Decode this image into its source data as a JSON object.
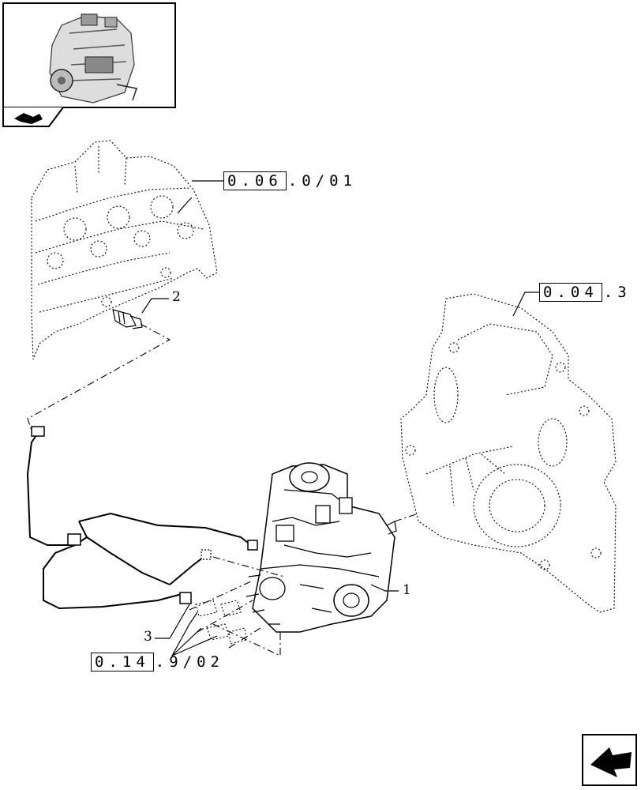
{
  "references": {
    "top": {
      "boxed": "0.06",
      "rest": ".0/01"
    },
    "right": {
      "boxed": "0.04",
      "rest": ".3"
    },
    "bottom": {
      "boxed": "0.14",
      "rest": ".9/02"
    }
  },
  "callouts": {
    "pump": "1",
    "sensor": "2",
    "harness": "3"
  },
  "icons": {
    "thumbnail": "engine-thumbnail-icon",
    "tab": "parts-tab-icon",
    "nav": "next-page-arrow-icon"
  },
  "colors": {
    "line": "#000000",
    "background": "#ffffff"
  }
}
